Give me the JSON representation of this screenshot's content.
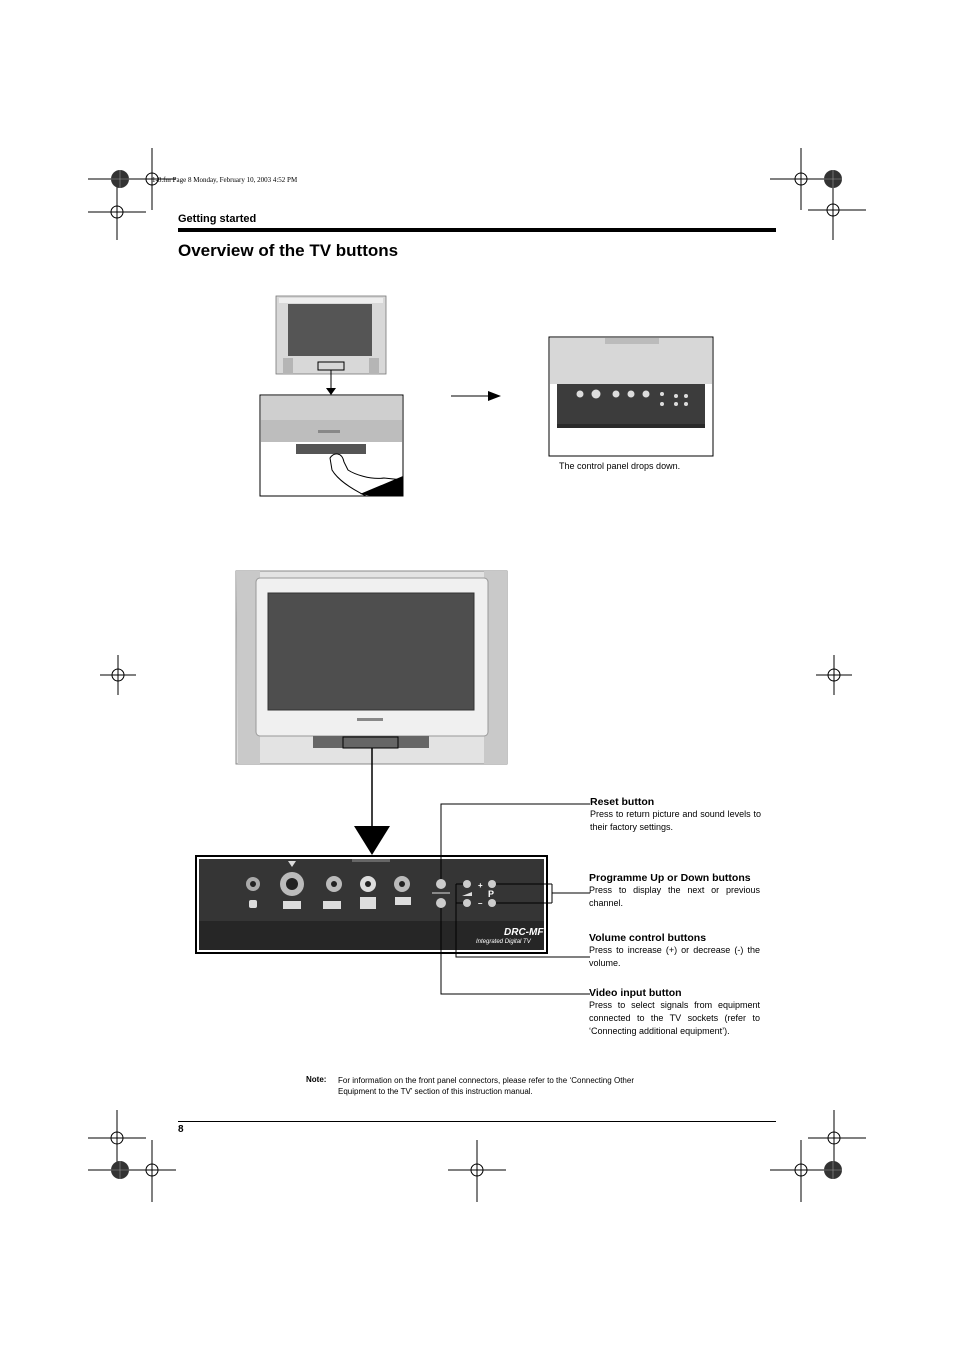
{
  "header": {
    "print_line": "1-8.fm Page 8 Monday, February 10, 2003 4:52 PM",
    "section": "Getting started",
    "title": "Overview of the TV buttons"
  },
  "figure_top": {
    "caption": "The control panel drops down."
  },
  "panel": {
    "label_drc": "DRC-MF",
    "label_idtv": "Integrated Digital TV",
    "label_p": "P",
    "label_plus": "+",
    "label_minus": "–"
  },
  "callouts": [
    {
      "title": "Reset button",
      "body": "Press to return picture and sound levels to their factory settings."
    },
    {
      "title": "Programme Up or Down buttons",
      "body": "Press to display the next or previous channel."
    },
    {
      "title": "Volume control buttons",
      "body": "Press to increase (+) or decrease (-) the volume."
    },
    {
      "title": "Video input button",
      "body": "Press to select signals from equipment connected to the TV sockets (refer to ‘Connecting additional equipment’)."
    }
  ],
  "note": {
    "label": "Note:",
    "text": "For information on the front panel connectors, please refer to the ‘Connecting Other Equipment to the TV’ section of this instruction manual."
  },
  "footer": {
    "page_number": "8"
  }
}
